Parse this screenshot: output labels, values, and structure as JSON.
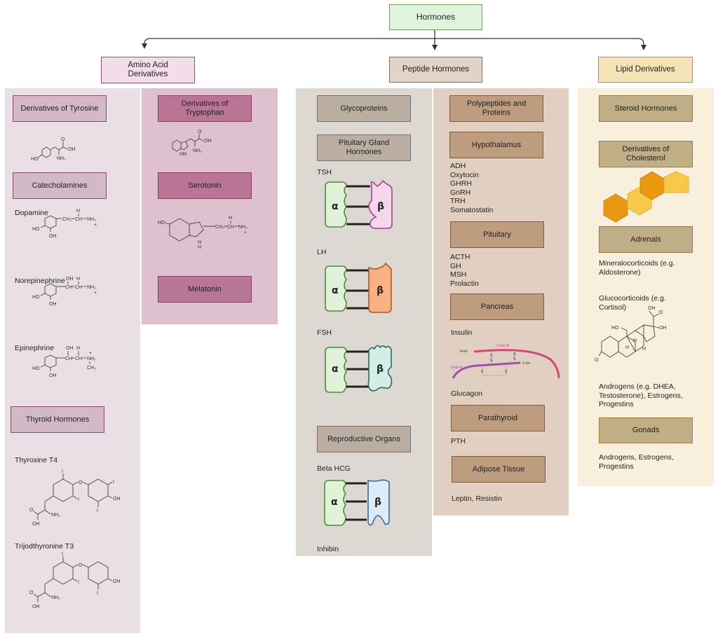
{
  "root": {
    "label": "Hormones"
  },
  "categories": {
    "amino": {
      "label": "Amino Acid Derivatives",
      "tyrosine": {
        "label": "Derivatives of Tyrosine",
        "catecholamines": {
          "label": "Catecholamines",
          "items": [
            "Dopamine",
            "Norepinephrine",
            "Epinephrine"
          ]
        },
        "thyroid": {
          "label": "Thyroid Hormones",
          "items": [
            "Thyroxine T4",
            "Trijodthyronine T3"
          ]
        }
      },
      "tryptophan": {
        "label": "Derivatives of Tryptophan",
        "serotonin": "Serotonin",
        "melatonin": "Melatonin"
      }
    },
    "peptide": {
      "label": "Peptide Hormones",
      "glycoproteins": {
        "label": "Glycoproteins",
        "pituitary": {
          "label": "Pituitary Gland Hormones",
          "items": [
            {
              "name": "TSH",
              "alpha": "α",
              "beta": "β"
            },
            {
              "name": "LH",
              "alpha": "α",
              "beta": "β"
            },
            {
              "name": "FSH",
              "alpha": "α",
              "beta": "β"
            }
          ]
        },
        "reproductive": {
          "label": "Reproductive Organs",
          "items": [
            {
              "name": "Beta HCG",
              "alpha": "α",
              "beta": "β"
            }
          ],
          "extra": "Inhibin"
        }
      },
      "polypeptides": {
        "label": "Polypeptides and Proteins",
        "hypothalamus": {
          "label": "Hypothalamus",
          "items": [
            "ADH",
            "Oxytocin",
            "GHRH",
            "GnRH",
            "TRH",
            "Somatostatin"
          ]
        },
        "pituitary": {
          "label": "Pituitary",
          "items": [
            "ACTH",
            "GH",
            "MSH",
            "Prolactin"
          ]
        },
        "pancreas": {
          "label": "Pancreas",
          "items": [
            "Insulin",
            "Glucagon"
          ],
          "insulin_diagram": {
            "chain_b": "Chain B",
            "chain_a": "Chain A",
            "n_ter": "N-ter",
            "c_ter": "C-ter",
            "bond": "S"
          }
        },
        "parathyroid": {
          "label": "Parathyroid",
          "items": [
            "PTH"
          ]
        },
        "adipose": {
          "label": "Adipose Tissue",
          "items": [
            "Leptin, Resistin"
          ]
        }
      }
    },
    "lipid": {
      "label": "Lipid Derivatives",
      "steroid": {
        "label": "Steroid Hormones"
      },
      "cholesterol": {
        "label": "Derivatives of Cholesterol"
      },
      "adrenals": {
        "label": "Adrenals",
        "items": [
          "Mineralocorticoids (e.g.",
          "Aldosterone)",
          "Glucocorticoids (e.g.",
          "Cortisol)",
          "Androgens (e.g. DHEA,",
          "Testosterone), Estrogens,",
          "Progestins"
        ]
      },
      "gonads": {
        "label": "Gonads",
        "items": [
          "Androgens, Estrogens,",
          "Progestins"
        ]
      }
    }
  },
  "chem_labels": {
    "OH": "OH",
    "HO": "HO",
    "NH2": "NH₂",
    "NH3": "NH₃",
    "O": "O",
    "H": "H",
    "I": "I",
    "CH2": "CH₂",
    "CH": "CH",
    "CH3": "CH₃",
    "HN": "HN",
    "N": "N",
    "plus": "+"
  },
  "colors": {
    "root_fill": "#e0f3dc",
    "root_border": "#6aa55f",
    "amino_fill": "#f3dde8",
    "amino_border": "#9b4d72",
    "peptide_fill": "#e2d3c6",
    "peptide_border": "#8c6a55",
    "lipid_fill": "#f4e4b8",
    "lipid_border": "#c08a3a"
  }
}
